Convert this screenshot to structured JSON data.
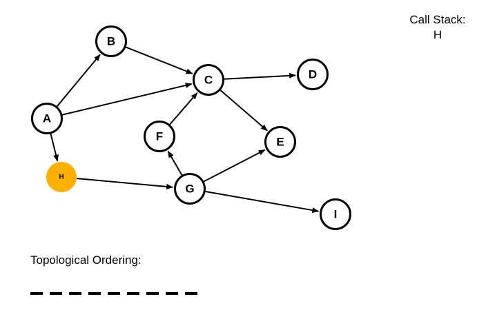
{
  "call_stack": {
    "title": "Call Stack:",
    "items": [
      "H"
    ]
  },
  "topological_ordering": {
    "title": "Topological Ordering:",
    "slots": [
      "",
      "",
      "",
      "",
      "",
      "",
      "",
      "",
      ""
    ]
  },
  "graph": {
    "nodes": [
      {
        "id": "A",
        "label": "A",
        "state": "unvisited"
      },
      {
        "id": "B",
        "label": "B",
        "state": "unvisited"
      },
      {
        "id": "C",
        "label": "C",
        "state": "unvisited"
      },
      {
        "id": "D",
        "label": "D",
        "state": "unvisited"
      },
      {
        "id": "E",
        "label": "E",
        "state": "unvisited"
      },
      {
        "id": "F",
        "label": "F",
        "state": "unvisited"
      },
      {
        "id": "G",
        "label": "G",
        "state": "unvisited"
      },
      {
        "id": "H",
        "label": "H",
        "state": "current"
      },
      {
        "id": "I",
        "label": "I",
        "state": "unvisited"
      }
    ],
    "edges": [
      [
        "A",
        "B"
      ],
      [
        "A",
        "C"
      ],
      [
        "A",
        "H"
      ],
      [
        "B",
        "C"
      ],
      [
        "C",
        "D"
      ],
      [
        "C",
        "E"
      ],
      [
        "F",
        "C"
      ],
      [
        "G",
        "F"
      ],
      [
        "G",
        "E"
      ],
      [
        "G",
        "I"
      ],
      [
        "H",
        "G"
      ]
    ],
    "colors": {
      "current": "#FFB000",
      "unvisited_fill": "#FFFFFF",
      "stroke": "#000000"
    }
  }
}
